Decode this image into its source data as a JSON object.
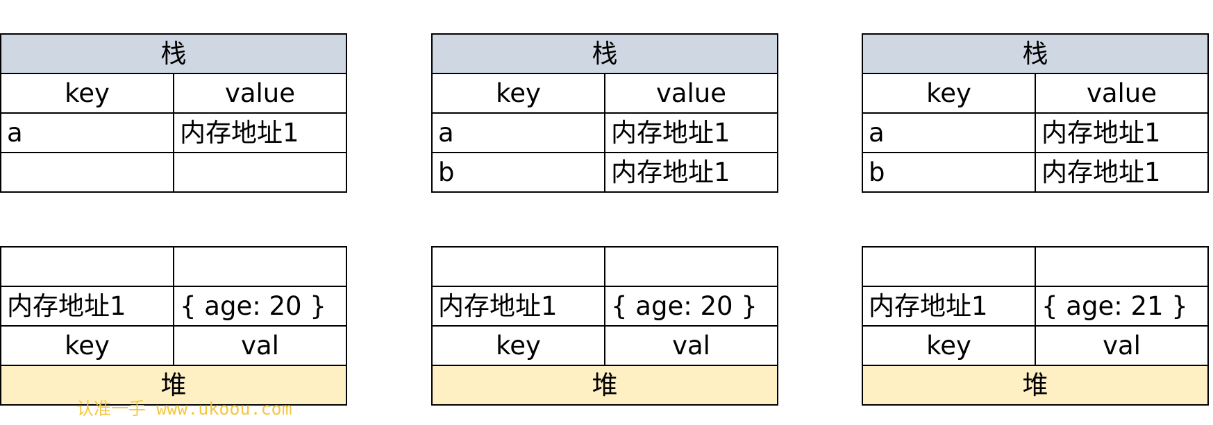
{
  "panels": [
    {
      "stack": {
        "title": "栈",
        "headers": [
          "key",
          "value"
        ],
        "rows": [
          [
            "a",
            "内存地址1"
          ],
          [
            "",
            ""
          ]
        ]
      },
      "heap": {
        "rows": [
          [
            "",
            ""
          ],
          [
            "内存地址1",
            "{ age: 20 }"
          ]
        ],
        "headers": [
          "key",
          "val"
        ],
        "title": "堆"
      }
    },
    {
      "stack": {
        "title": "栈",
        "headers": [
          "key",
          "value"
        ],
        "rows": [
          [
            "a",
            "内存地址1"
          ],
          [
            "b",
            "内存地址1"
          ]
        ]
      },
      "heap": {
        "rows": [
          [
            "",
            ""
          ],
          [
            "内存地址1",
            "{ age: 20 }"
          ]
        ],
        "headers": [
          "key",
          "val"
        ],
        "title": "堆"
      }
    },
    {
      "stack": {
        "title": "栈",
        "headers": [
          "key",
          "value"
        ],
        "rows": [
          [
            "a",
            "内存地址1"
          ],
          [
            "b",
            "内存地址1"
          ]
        ]
      },
      "heap": {
        "rows": [
          [
            "",
            ""
          ],
          [
            "内存地址1",
            "{ age: 21 }"
          ]
        ],
        "headers": [
          "key",
          "val"
        ],
        "title": "堆"
      }
    }
  ],
  "watermark": "认准一手 www.ukoou.com",
  "colors": {
    "stack_header": "#cfd7e3",
    "heap_footer": "#fff0c4",
    "watermark": "#f3c22b"
  }
}
